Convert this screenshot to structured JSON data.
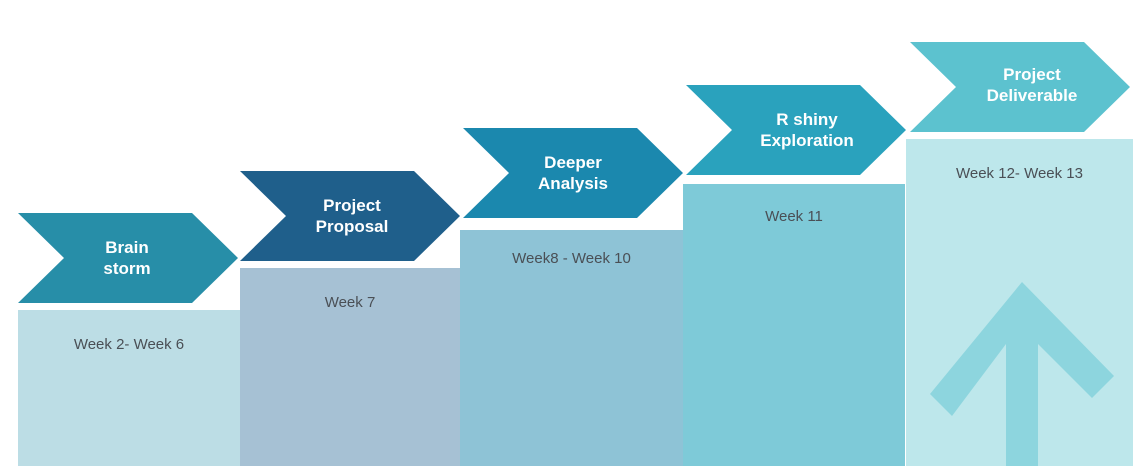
{
  "stages": [
    {
      "label_lines": [
        "Brain",
        "storm"
      ],
      "period": "Week 2- Week 6",
      "chevron_color": "#278ea8",
      "block_color": "#bcdde5"
    },
    {
      "label_lines": [
        "Project",
        "Proposal"
      ],
      "period": "Week 7",
      "chevron_color": "#1f5f8b",
      "block_color": "#a6c1d4"
    },
    {
      "label_lines": [
        "Deeper",
        "Analysis"
      ],
      "period": "Week8 - Week 10",
      "chevron_color": "#1b88ae",
      "block_color": "#8ec3d6"
    },
    {
      "label_lines": [
        "R shiny",
        "Exploration"
      ],
      "period": "Week 11",
      "chevron_color": "#2aa2bd",
      "block_color": "#7ecad8"
    },
    {
      "label_lines": [
        "Project",
        "Deliverable"
      ],
      "period": "Week 12- Week 13",
      "chevron_color": "#5cc2cf",
      "block_color": "#bde7eb"
    }
  ],
  "up_arrow_color": "#8dd5de",
  "up_arrow_icon": "up-arrow-icon"
}
